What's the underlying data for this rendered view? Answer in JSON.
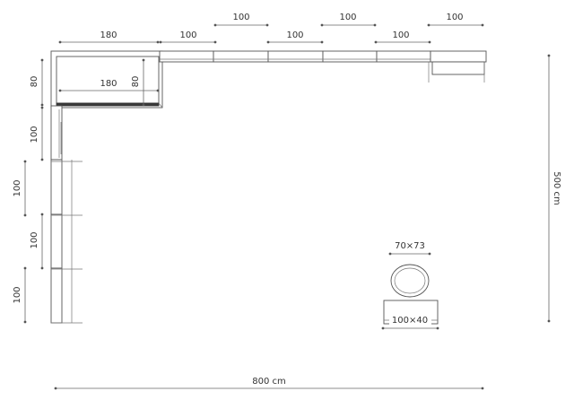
{
  "dimensions": {
    "top_row_upper": [
      "100",
      "100",
      "100"
    ],
    "top_row_lower": [
      "180",
      "100",
      "100",
      "100"
    ],
    "chaise_width": "180",
    "chaise_depth": "80",
    "chaise_depth_left": "80",
    "left_column": [
      "100",
      "100",
      "100",
      "100"
    ],
    "total_width": "800 cm",
    "total_height": "500 cm",
    "ottoman_round": "70×73",
    "ottoman_rect": "100×40"
  }
}
